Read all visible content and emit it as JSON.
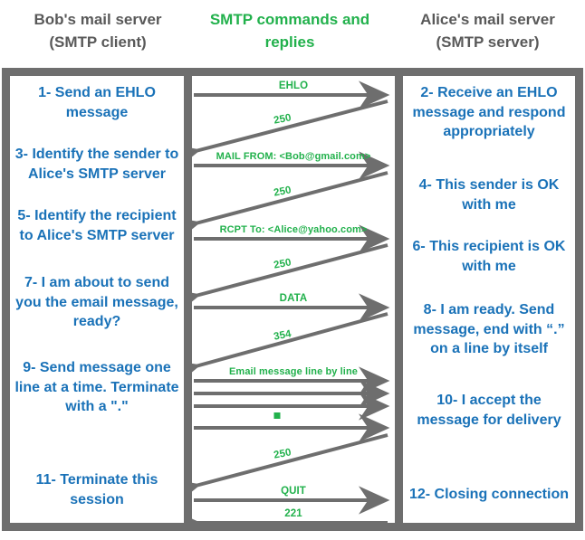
{
  "header": {
    "left": "Bob's mail server\n(SMTP client)",
    "left_line1": "Bob's mail server",
    "left_line2": "(SMTP client)",
    "middle_line1": "SMTP commands and",
    "middle_line2": "replies",
    "right_line1": "Alice's mail server",
    "right_line2": "(SMTP server)"
  },
  "colors": {
    "green": "#22b14c",
    "blue": "#1a72b8",
    "gray_border": "#6e6e6e",
    "gray_arrow": "#6e6e6e",
    "header_gray": "#595959"
  },
  "client_steps": [
    {
      "id": "1",
      "text": "1- Send an EHLO message"
    },
    {
      "id": "3",
      "text": "3- Identify the sender to Alice's SMTP server"
    },
    {
      "id": "5",
      "text": "5- Identify the recipient to Alice's SMTP server"
    },
    {
      "id": "7",
      "text": "7- I am about to send you the email message, ready?"
    },
    {
      "id": "9",
      "text": "9- Send message one line at a time. Terminate with a \".\""
    },
    {
      "id": "11",
      "text": "11- Terminate this session"
    }
  ],
  "server_steps": [
    {
      "id": "2",
      "text": "2- Receive an EHLO message and respond appropriately"
    },
    {
      "id": "4",
      "text": "4- This sender is OK with me"
    },
    {
      "id": "6",
      "text": "6- This recipient is OK with me"
    },
    {
      "id": "8",
      "text": "8-  I am ready. Send message, end with “.” on a line by itself"
    },
    {
      "id": "10",
      "text": "10-  I accept the message for delivery"
    },
    {
      "id": "12",
      "text": "12-  Closing connection"
    }
  ],
  "messages": [
    {
      "label": "EHLO",
      "direction": "right"
    },
    {
      "label": "250",
      "direction": "left"
    },
    {
      "label": "MAIL FROM: <Bob@gmail.com>",
      "direction": "right"
    },
    {
      "label": "250",
      "direction": "left"
    },
    {
      "label": "RCPT To: <Alice@yahoo.com>",
      "direction": "right"
    },
    {
      "label": "250",
      "direction": "left"
    },
    {
      "label": "DATA",
      "direction": "right"
    },
    {
      "label": "354",
      "direction": "left"
    },
    {
      "label": "Email message line by line",
      "direction": "right"
    },
    {
      "label": "",
      "direction": "right"
    },
    {
      "label": "",
      "direction": "right"
    },
    {
      "label": "■",
      "direction": "right"
    },
    {
      "label": "250",
      "direction": "left"
    },
    {
      "label": "QUIT",
      "direction": "right"
    },
    {
      "label": "221",
      "direction": "left"
    }
  ]
}
